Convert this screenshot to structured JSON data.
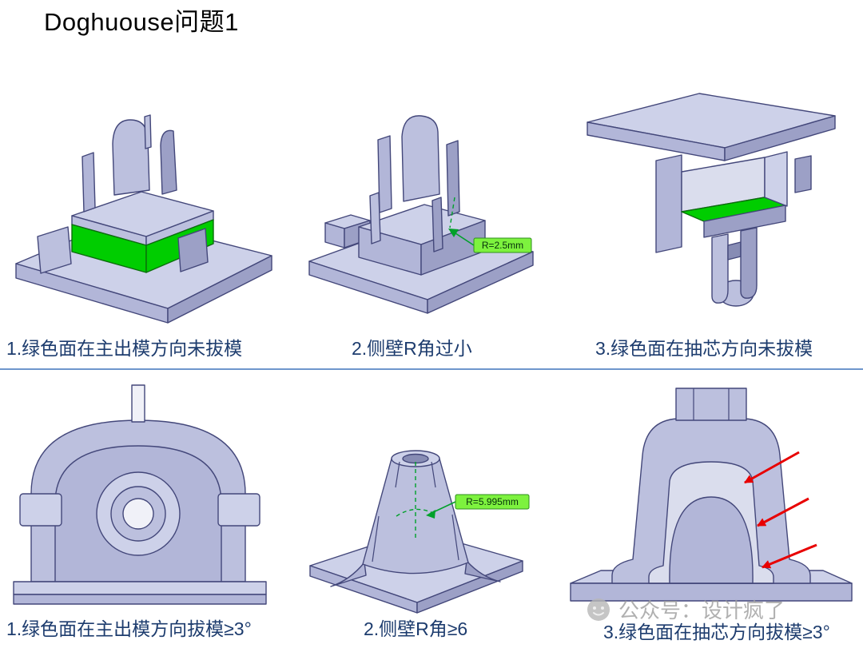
{
  "title": "Doghuouse问题1",
  "colors": {
    "highlight_green": "#00cd00",
    "caption_blue": "#1d3c6e",
    "dimension_label_bg": "#7df23e",
    "arrow_red": "#e80000",
    "cad_lavender": "#b2b6d8",
    "divider_blue": "#6e96cc"
  },
  "rows": [
    {
      "cells": [
        {
          "caption": "1.绿色面在主出模方向未拔模"
        },
        {
          "caption": "2.侧壁R角过小",
          "dimension_label": "R=2.5mm"
        },
        {
          "caption": "3.绿色面在抽芯方向未拔模"
        }
      ]
    },
    {
      "cells": [
        {
          "caption": "1.绿色面在主出模方向拔模≥3°"
        },
        {
          "caption": "2.侧壁R角≥6",
          "dimension_label": "R=5.995mm"
        },
        {
          "caption": "3.绿色面在抽芯方向拔模≥3°"
        }
      ]
    }
  ],
  "watermark": {
    "text": "公众号：设计疯了"
  }
}
